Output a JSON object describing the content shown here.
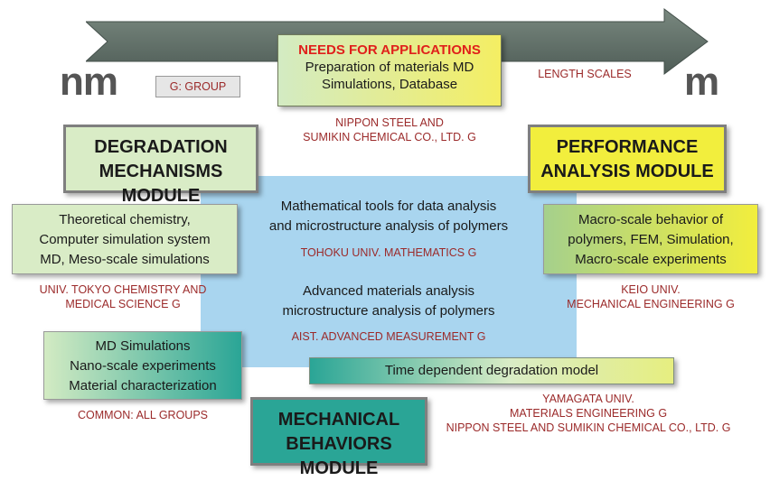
{
  "arrow": {
    "left_label": "nm",
    "right_label": "m",
    "length_scales": "LENGTH SCALES",
    "group_legend": "G: GROUP"
  },
  "needs": {
    "title": "NEEDS  FOR APPLICATIONS",
    "line1": "Preparation of materials MD",
    "line2": "Simulations, Database",
    "org_line1": "NIPPON STEEL AND",
    "org_line2": "SUMIKIN CHEMICAL CO., LTD.  G"
  },
  "degradation_module": {
    "line1": "DEGRADATION",
    "line2": "MECHANISMS MODULE"
  },
  "performance_module": {
    "line1": "PERFORMANCE",
    "line2": "ANALYSIS MODULE"
  },
  "mechanical_module": {
    "line1": "MECHANICAL",
    "line2": "BEHAVIORS MODULE"
  },
  "theoretical": {
    "line1": "Theoretical chemistry,",
    "line2": "Computer simulation system",
    "line3": "MD, Meso-scale simulations",
    "org_line1": "UNIV. TOKYO CHEMISTRY AND",
    "org_line2": "MEDICAL SCIENCE G"
  },
  "md_sim": {
    "line1": "MD Simulations",
    "line2": "Nano-scale experiments",
    "line3": "Material characterization",
    "org": "COMMON: ALL GROUPS"
  },
  "macro": {
    "line1": "Macro-scale behavior of",
    "line2": "polymers, FEM, Simulation,",
    "line3": "Macro-scale experiments",
    "org_line1": "KEIO UNIV.",
    "org_line2": "MECHANICAL ENGINEERING G"
  },
  "center": {
    "math_line1": "Mathematical  tools for data analysis",
    "math_line2": "and microstructure analysis of polymers",
    "math_org": "TOHOKU UNIV. MATHEMATICS G",
    "adv_line1": "Advanced materials analysis",
    "adv_line2": "microstructure analysis of polymers",
    "adv_org": "AIST. ADVANCED  MEASUREMENT G"
  },
  "time_model": {
    "label": "Time dependent degradation model",
    "org_line1": "YAMAGATA UNIV.",
    "org_line2": "MATERIALS ENGINEERING G",
    "org_line3": "NIPPON STEEL AND SUMIKIN CHEMICAL CO., LTD. G"
  },
  "colors": {
    "arrow": "#5d6d67",
    "center_panel": "#a9d5ef",
    "red_text": "#9b2a2a",
    "needs_title": "#e0201b",
    "yellow": "#f2ee3d",
    "teal": "#2aa596",
    "green_light": "#d9ecc6"
  }
}
